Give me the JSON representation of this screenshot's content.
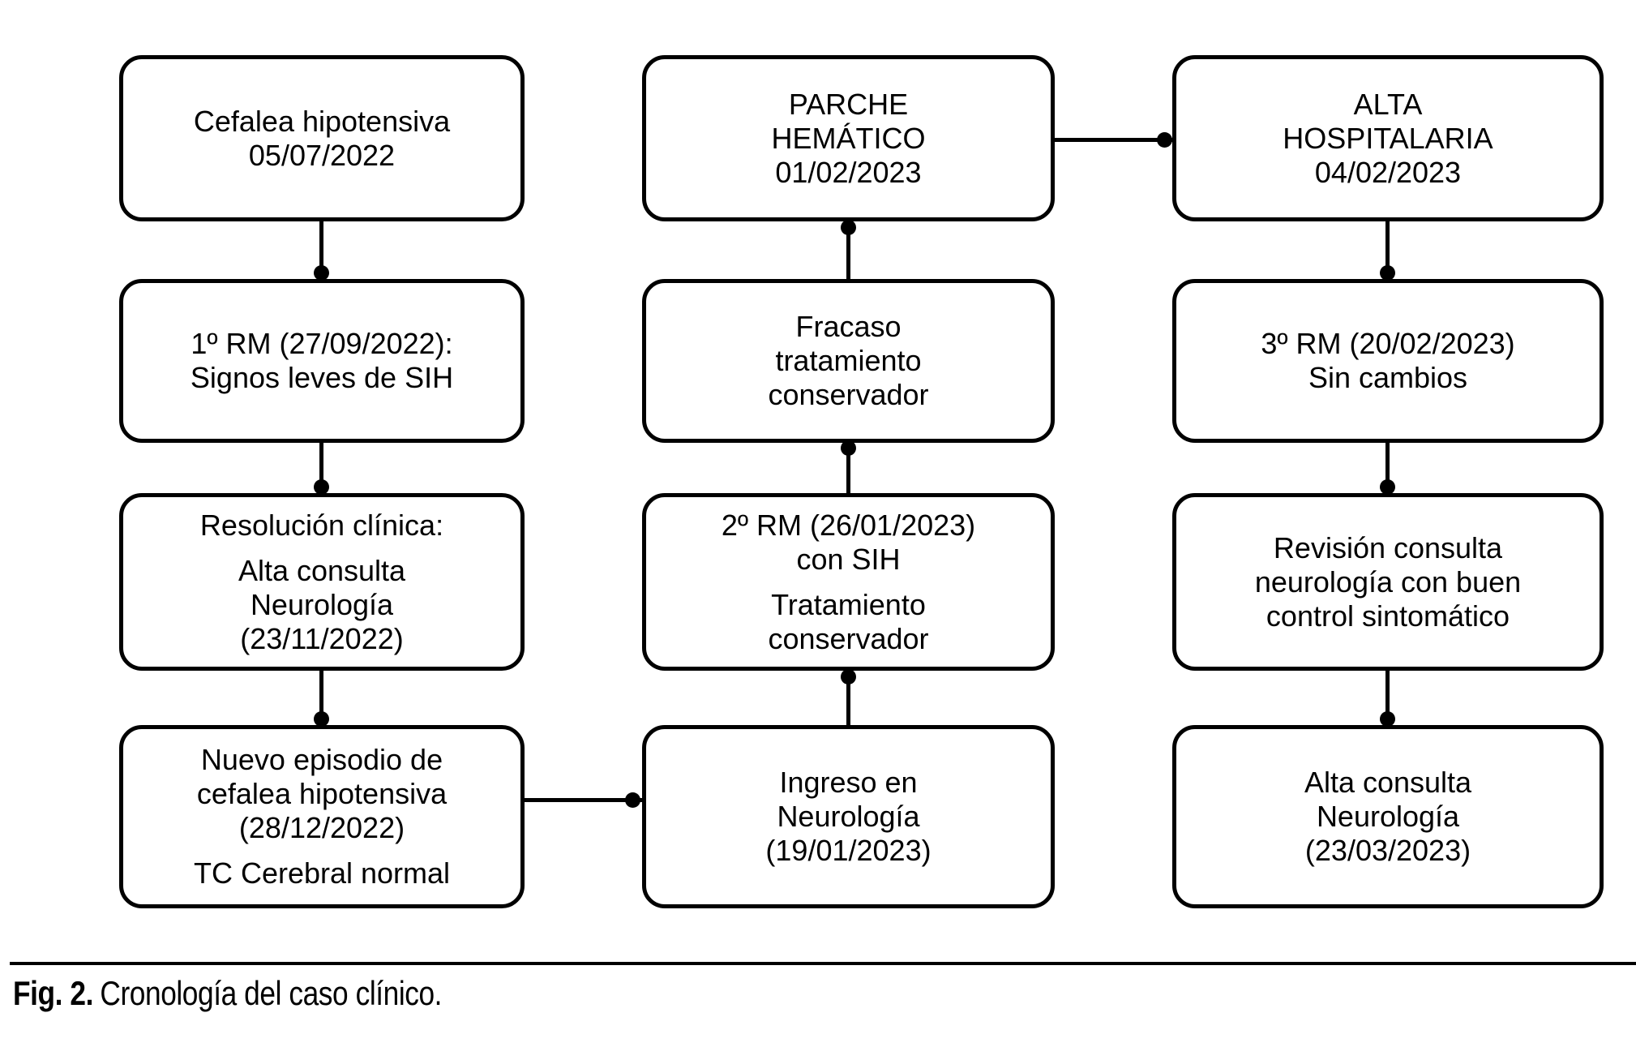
{
  "figure": {
    "caption_label": "Fig. 2.",
    "caption_text": "Cronología del caso clínico."
  },
  "colors": {
    "stroke": "#000000",
    "text": "#000000",
    "background": "#ffffff"
  },
  "boxes": {
    "cefalea_hipotensiva": {
      "paragraphs": [
        [
          "Cefalea hipotensiva",
          "05/07/2022"
        ]
      ]
    },
    "primera_rm": {
      "paragraphs": [
        [
          "1º RM (27/09/2022):",
          "Signos leves de SIH"
        ]
      ]
    },
    "resolucion_clinica": {
      "paragraphs": [
        [
          "Resolución clínica:"
        ],
        [
          "Alta consulta",
          "Neurología",
          "(23/11/2022)"
        ]
      ]
    },
    "nuevo_episodio": {
      "paragraphs": [
        [
          "Nuevo episodio de",
          "cefalea hipotensiva",
          "(28/12/2022)"
        ],
        [
          "TC Cerebral normal"
        ]
      ]
    },
    "parche_hematico": {
      "paragraphs": [
        [
          "PARCHE",
          "HEMÁTICO",
          "01/02/2023"
        ]
      ]
    },
    "fracaso_tratamiento": {
      "paragraphs": [
        [
          "Fracaso",
          "tratamiento",
          "conservador"
        ]
      ]
    },
    "segunda_rm": {
      "paragraphs": [
        [
          "2º RM (26/01/2023)",
          "con SIH"
        ],
        [
          "Tratamiento",
          "conservador"
        ]
      ]
    },
    "ingreso_neurologia": {
      "paragraphs": [
        [
          "Ingreso en",
          "Neurología",
          "(19/01/2023)"
        ]
      ]
    },
    "alta_hospitalaria": {
      "paragraphs": [
        [
          "ALTA",
          "HOSPITALARIA",
          "04/02/2023"
        ]
      ]
    },
    "tercera_rm": {
      "paragraphs": [
        [
          "3º RM (20/02/2023)",
          "Sin cambios"
        ]
      ]
    },
    "revision_consulta": {
      "paragraphs": [
        [
          "Revisión consulta",
          "neurología con buen",
          "control sintomático"
        ]
      ]
    },
    "alta_consulta": {
      "paragraphs": [
        [
          "Alta consulta",
          "Neurología",
          "(23/03/2023)"
        ]
      ]
    }
  }
}
